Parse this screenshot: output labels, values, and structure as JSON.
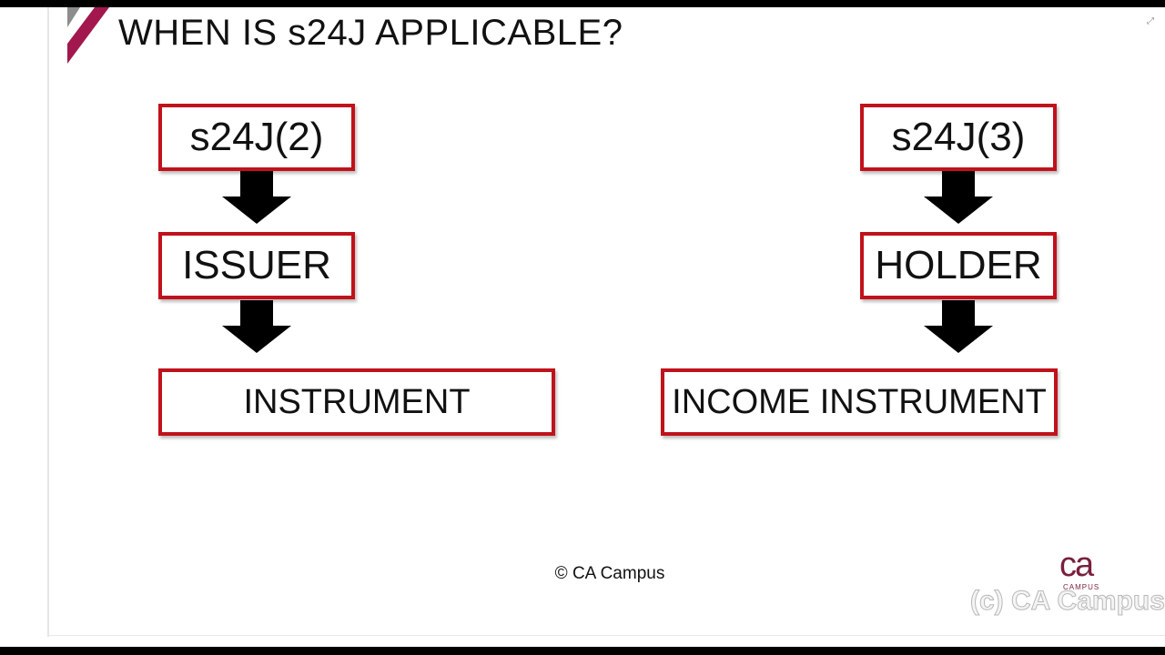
{
  "slide": {
    "title": "WHEN IS s24J APPLICABLE?",
    "footer": "© CA Campus"
  },
  "left_column": {
    "section": "s24J(2)",
    "party": "ISSUER",
    "item": "INSTRUMENT"
  },
  "right_column": {
    "section": "s24J(3)",
    "party": "HOLDER",
    "item": "INCOME INSTRUMENT"
  },
  "branding": {
    "logo_text": "ca",
    "logo_subtext": "CAMPUS",
    "watermark": "(c) CA Campus"
  },
  "icons": {
    "arrow": "arrow-down-icon",
    "expand": "expand-icon"
  },
  "colors": {
    "box_border": "#c0121b",
    "accent": "#a3174f",
    "brand": "#7a1f3d"
  }
}
